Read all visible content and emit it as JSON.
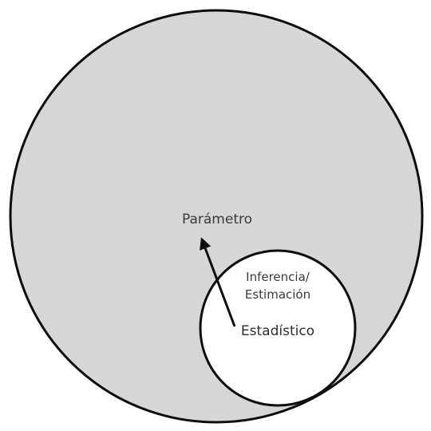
{
  "diagram": {
    "population_label": "Parámetro",
    "inference_label_line1": "Inferencia/",
    "inference_label_line2": "Estimación",
    "sample_label": "Estadístico"
  },
  "colors": {
    "population_fill": "#d6d6d6",
    "sample_fill": "#ffffff",
    "stroke": "#0d0d0d",
    "text": "#3a3a3a"
  }
}
